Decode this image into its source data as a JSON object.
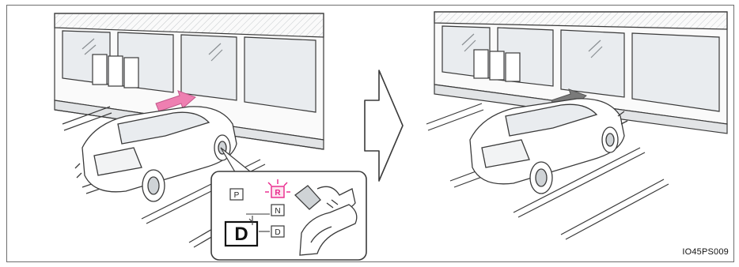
{
  "figure": {
    "code": "IO45PS009",
    "inset_shift": {
      "p_label": "P",
      "r_label": "R",
      "n_label": "N",
      "d_label": "D",
      "big_label": "D"
    },
    "colors": {
      "line": "#3a3a3a",
      "glass": "#e9ecef",
      "arrow_forward": "#ee7fb1",
      "arrow_back": "#7a7a7a",
      "highlight": "#e9258b",
      "shade": "#cfd3d6"
    },
    "icons": [
      "store-front",
      "car",
      "direction-arrow",
      "shift-indicator",
      "pedal-foot"
    ]
  }
}
